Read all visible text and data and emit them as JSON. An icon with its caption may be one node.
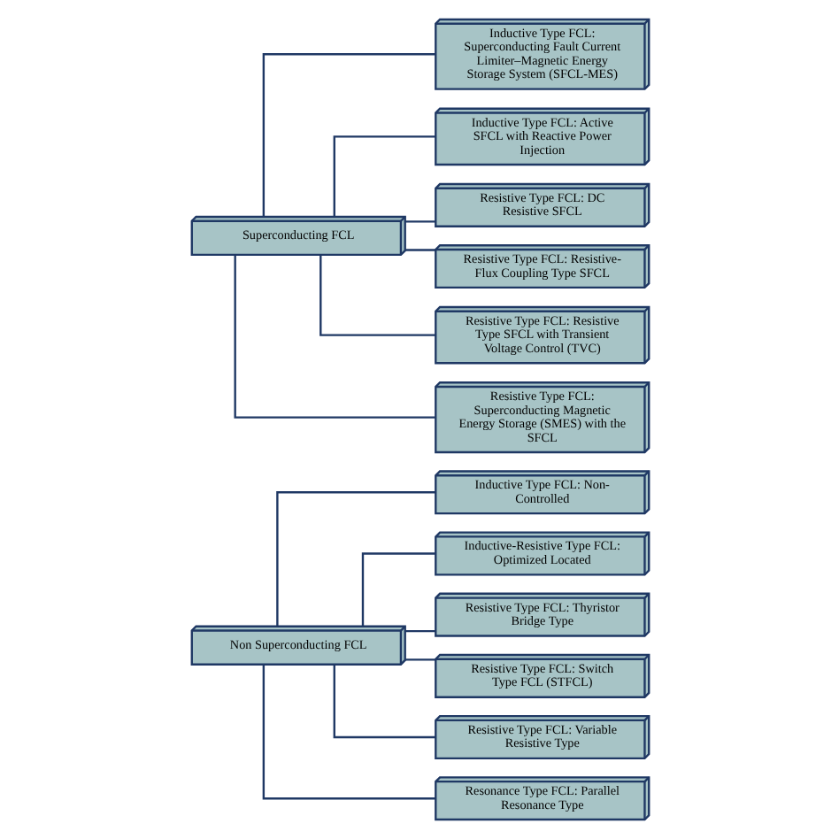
{
  "diagram": {
    "nodes": [
      {
        "text": [
          "Non Superconducting FCL"
        ]
      },
      {
        "text": [
          "Inductive Type FCL: Non-Controlled"
        ]
      },
      {
        "text": [
          "Inductive-Resistive Type FCL: Optimized Located"
        ]
      },
      {
        "text": [
          "Resistive Type FCL: Thyristor Bridge Type"
        ]
      },
      {
        "text": [
          "Resistive Type FCL: Switch Type FCL (STFCL)"
        ]
      },
      {
        "text": [
          "Resistive Type FCL: Variable Resistive Type"
        ]
      },
      {
        "text": [
          "Resonance Type FCL: Parallel Resonance Type"
        ]
      },
      {
        "text": [
          "Superconducting FCL"
        ]
      },
      {
        "text": [
          "Inductive Type FCL: Superconducting Fault Current Limiter–Magnetic Energy Storage System (SFCL-MES)"
        ]
      },
      {
        "text": [
          "Inductive Type FCL: Active SFCL with Reactive Power Injection"
        ]
      },
      {
        "text": [
          "Resistive Type FCL: DC Resistive SFCL"
        ]
      },
      {
        "text": [
          "Resistive Type FCL: Resistive-Flux Coupling Type SFCL"
        ]
      },
      {
        "text": [
          "Resistive Type FCL: Resistive Type SFCL with Transient Voltage Control (TVC)"
        ]
      },
      {
        "text": [
          "Resistive Type FCL: Superconducting Magnetic Energy Storage (SMES) with the SFCL"
        ]
      }
    ],
    "edges": [
      {
        "from": 0,
        "to": 1,
        "arrow": "none"
      },
      {
        "from": 0,
        "to": 2,
        "arrow": "none"
      },
      {
        "from": 0,
        "to": 3,
        "arrow": "none"
      },
      {
        "from": 0,
        "to": 4,
        "arrow": "none"
      },
      {
        "from": 0,
        "to": 5,
        "arrow": "none"
      },
      {
        "from": 0,
        "to": 6,
        "arrow": "none"
      },
      {
        "from": 7,
        "to": 8,
        "arrow": "none"
      },
      {
        "from": 7,
        "to": 9,
        "arrow": "none"
      },
      {
        "from": 7,
        "to": 10,
        "arrow": "none"
      },
      {
        "from": 7,
        "to": 11,
        "arrow": "none"
      },
      {
        "from": 7,
        "to": 12,
        "arrow": "none"
      },
      {
        "from": 7,
        "to": 13,
        "arrow": "none"
      }
    ]
  }
}
